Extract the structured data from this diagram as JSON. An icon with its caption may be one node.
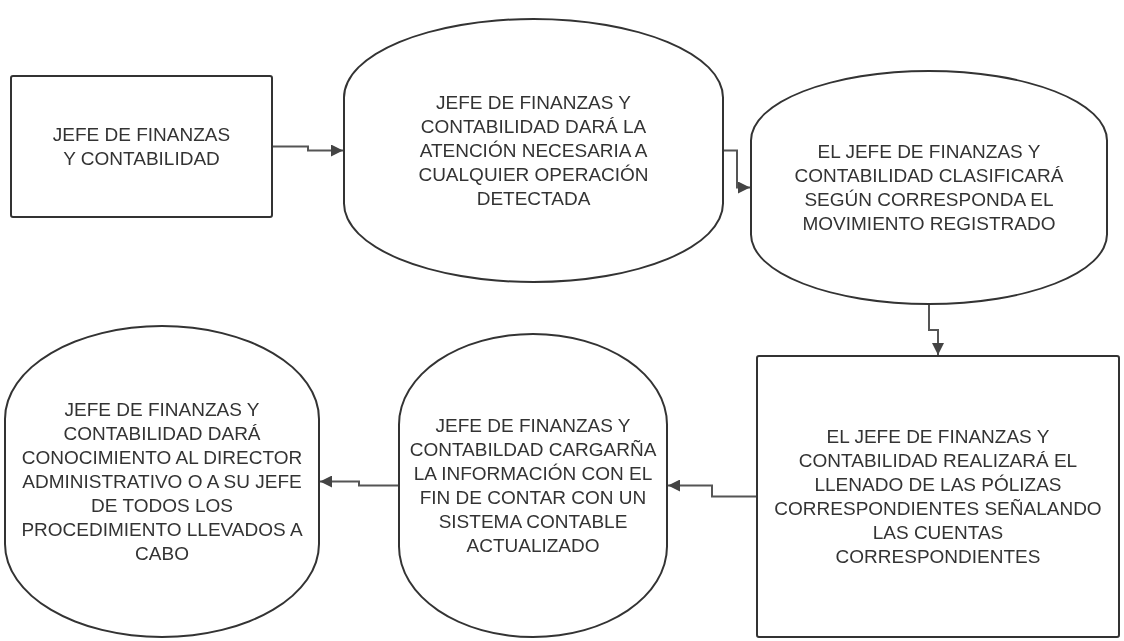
{
  "diagram": {
    "nodes": [
      {
        "text": [
          "JEFE DE FINANZAS Y CONTABILIDAD"
        ]
      },
      {
        "text": [
          "JEFE DE FINANZAS Y CONTABILIDAD DARÁ LA ATENCIÓN NECESARIA A CUALQUIER OPERACIÓN DETECTADA"
        ]
      },
      {
        "text": [
          "EL JEFE DE FINANZAS Y CONTABILIDAD CLASIFICARÁ SEGÚN CORRESPONDA EL MOVIMIENTO REGISTRADO"
        ]
      },
      {
        "text": [
          "EL JEFE DE FINANZAS Y CONTABILIDAD REALIZARÁ EL LLENADO DE LAS PÓLIZAS CORRESPONDIENTES SEÑALANDO LAS CUENTAS CORRESPONDIENTES"
        ]
      },
      {
        "text": [
          "JEFE DE FINANZAS Y CONTABILDAD CARGARÑA LA INFORMACIÓN CON EL FIN DE CONTAR CON UN SISTEMA CONTABLE ACTUALIZADO"
        ]
      },
      {
        "text": [
          "JEFE DE FINANZAS Y CONTABILIDAD DARÁ CONOCIMIENTO AL DIRECTOR ADMINISTRATIVO O A SU JEFE DE TODOS LOS PROCEDIMIENTO LLEVADOS A CABO"
        ]
      }
    ],
    "edges": [
      {
        "from": 0,
        "to": 1,
        "arrow": "to"
      },
      {
        "from": 1,
        "to": 2,
        "arrow": "to"
      },
      {
        "from": 2,
        "to": 3,
        "arrow": "to"
      },
      {
        "from": 3,
        "to": 4,
        "arrow": "to"
      },
      {
        "from": 4,
        "to": 5,
        "arrow": "to"
      }
    ]
  }
}
